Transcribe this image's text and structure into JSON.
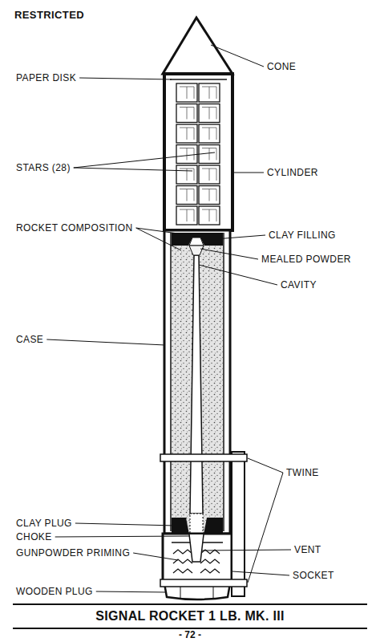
{
  "diagram": {
    "title": "SIGNAL ROCKET 1 LB. MK. III",
    "caption": "- 72 -",
    "labels": [
      "RESTRICTED",
      "CONE",
      "PAPER DISK",
      "STARS (28)",
      "CYLINDER",
      "ROCKET COMPOSITION",
      "CLAY FILLING",
      "MEALED POWDER",
      "CAVITY",
      "CASE",
      "TWINE",
      "CLAY PLUG",
      "CHOKE",
      "VENT",
      "GUNPOWDER PRIMING",
      "SOCKET",
      "WOODEN PLUG"
    ]
  }
}
